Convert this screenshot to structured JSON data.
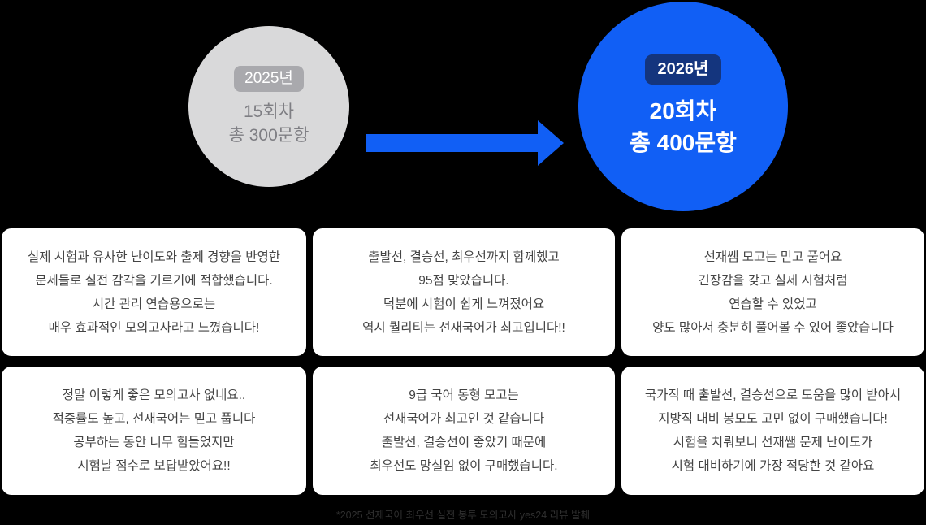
{
  "comparison": {
    "before": {
      "badge": "2025년",
      "rounds": "15회차",
      "questions": "총 300문항"
    },
    "after": {
      "badge": "2026년",
      "rounds": "20회차",
      "questions": "총 400문항"
    }
  },
  "testimonials": [
    {
      "lines": [
        "실제 시험과 유사한 난이도와 출제 경향을 반영한",
        "문제들로 실전 감각을 기르기에 적합했습니다.",
        "시간 관리 연습용으로는",
        "매우 효과적인 모의고사라고 느꼈습니다!"
      ]
    },
    {
      "lines": [
        "출발선, 결승선, 최우선까지 함께했고",
        "95점 맞았습니다.",
        "덕분에 시험이 쉽게 느껴졌어요",
        "역시 퀄리티는 선재국어가 최고입니다!!"
      ]
    },
    {
      "lines": [
        "선재쌤 모고는 믿고 풀어요",
        "긴장감을 갖고 실제 시험처럼",
        "연습할 수 있었고",
        "양도 많아서 충분히 풀어볼 수 있어 좋았습니다"
      ]
    },
    {
      "lines": [
        "정말 이렇게 좋은 모의고사 없네요..",
        "적중률도 높고, 선재국어는 믿고 풉니다",
        "공부하는 동안 너무 힘들었지만",
        "시험날 점수로 보답받았어요!!"
      ]
    },
    {
      "lines": [
        "9급 국어 동형 모고는",
        "선재국어가 최고인 것 같습니다",
        "출발선, 결승선이 좋았기 때문에",
        "최우선도 망설임 없이 구매했습니다."
      ]
    },
    {
      "lines": [
        "국가직 때 출발선, 결승선으로 도움을 많이 받아서",
        "지방직 대비 봉모도 고민 없이 구매했습니다!",
        "시험을 치뤄보니 선재쌤 문제 난이도가",
        "시험 대비하기에 가장 적당한 것 같아요"
      ]
    }
  ],
  "footnote": "*2025 선재국어 최우선 실전 봉투 모의고사 yes24 리뷰 발췌",
  "colors": {
    "accent_blue": "#115ff5",
    "badge_navy": "#14357e",
    "circle_gray": "#d9d9da",
    "badge_gray": "#a9a9ad"
  }
}
